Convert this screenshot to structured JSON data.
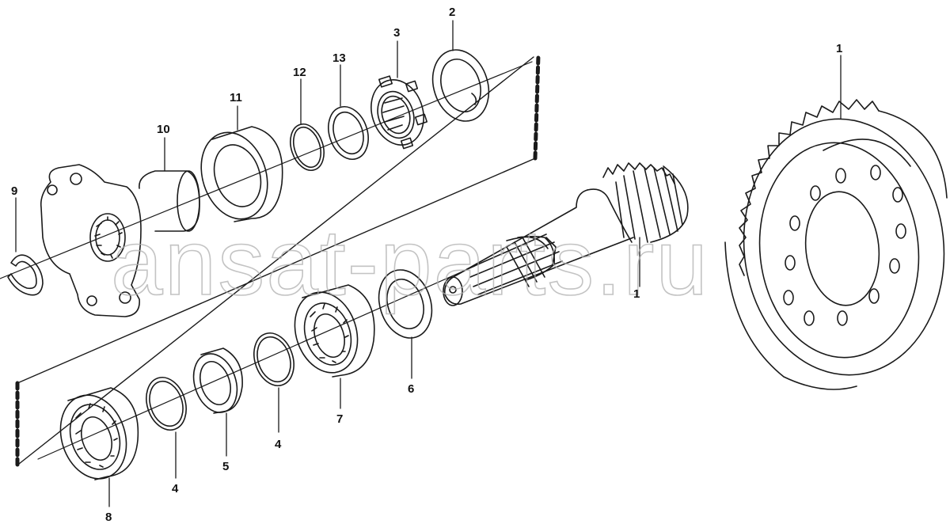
{
  "watermark": "ansat-parts.ru",
  "callouts": {
    "c1_gear": "1",
    "c1_shaft": "1",
    "c2": "2",
    "c3": "3",
    "c4_left": "4",
    "c4_right": "4",
    "c5": "5",
    "c6": "6",
    "c7": "7",
    "c8": "8",
    "c9": "9",
    "c10": "10",
    "c11": "11",
    "c12": "12",
    "c13": "13"
  },
  "colors": {
    "line": "#1a1a1a",
    "watermark": "#b0b0b0"
  }
}
